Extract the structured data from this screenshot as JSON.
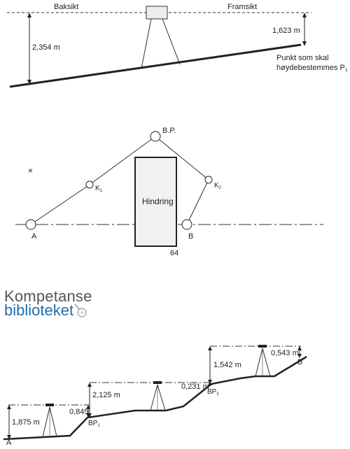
{
  "diagram1": {
    "backsight_label": "Baksikt",
    "foresight_label": "Framsikt",
    "back_reading": "2,354 m",
    "fore_reading": "1,623 m",
    "point_label_line1": "Punkt som skal",
    "point_label_line2": "høydebestemmes P",
    "point_subscript": "1"
  },
  "diagram2": {
    "turning_point": "B.P.",
    "k1": "K",
    "k1_sub": "1",
    "k2": "K",
    "k2_sub": "2",
    "point_a": "A",
    "point_b": "B",
    "obstacle": "Hindring",
    "page_number": "64",
    "marker": "×"
  },
  "logo": {
    "line1": "Kompetanse",
    "line2": "biblioteket",
    "icon": "cursor-hand-icon",
    "color_primary": "#1d6fb0",
    "color_secondary": "#555555"
  },
  "diagram3": {
    "reading1": "1,875 m",
    "reading2": "0,845",
    "reading3": "2,125 m",
    "reading4": "0,231 m",
    "reading5": "1,542 m",
    "reading6": "0,543 m",
    "bp1": "BP",
    "bp1_sub": "1",
    "bp2": "BP",
    "bp2_sub": "2",
    "point_a": "A",
    "point_b": "B"
  }
}
